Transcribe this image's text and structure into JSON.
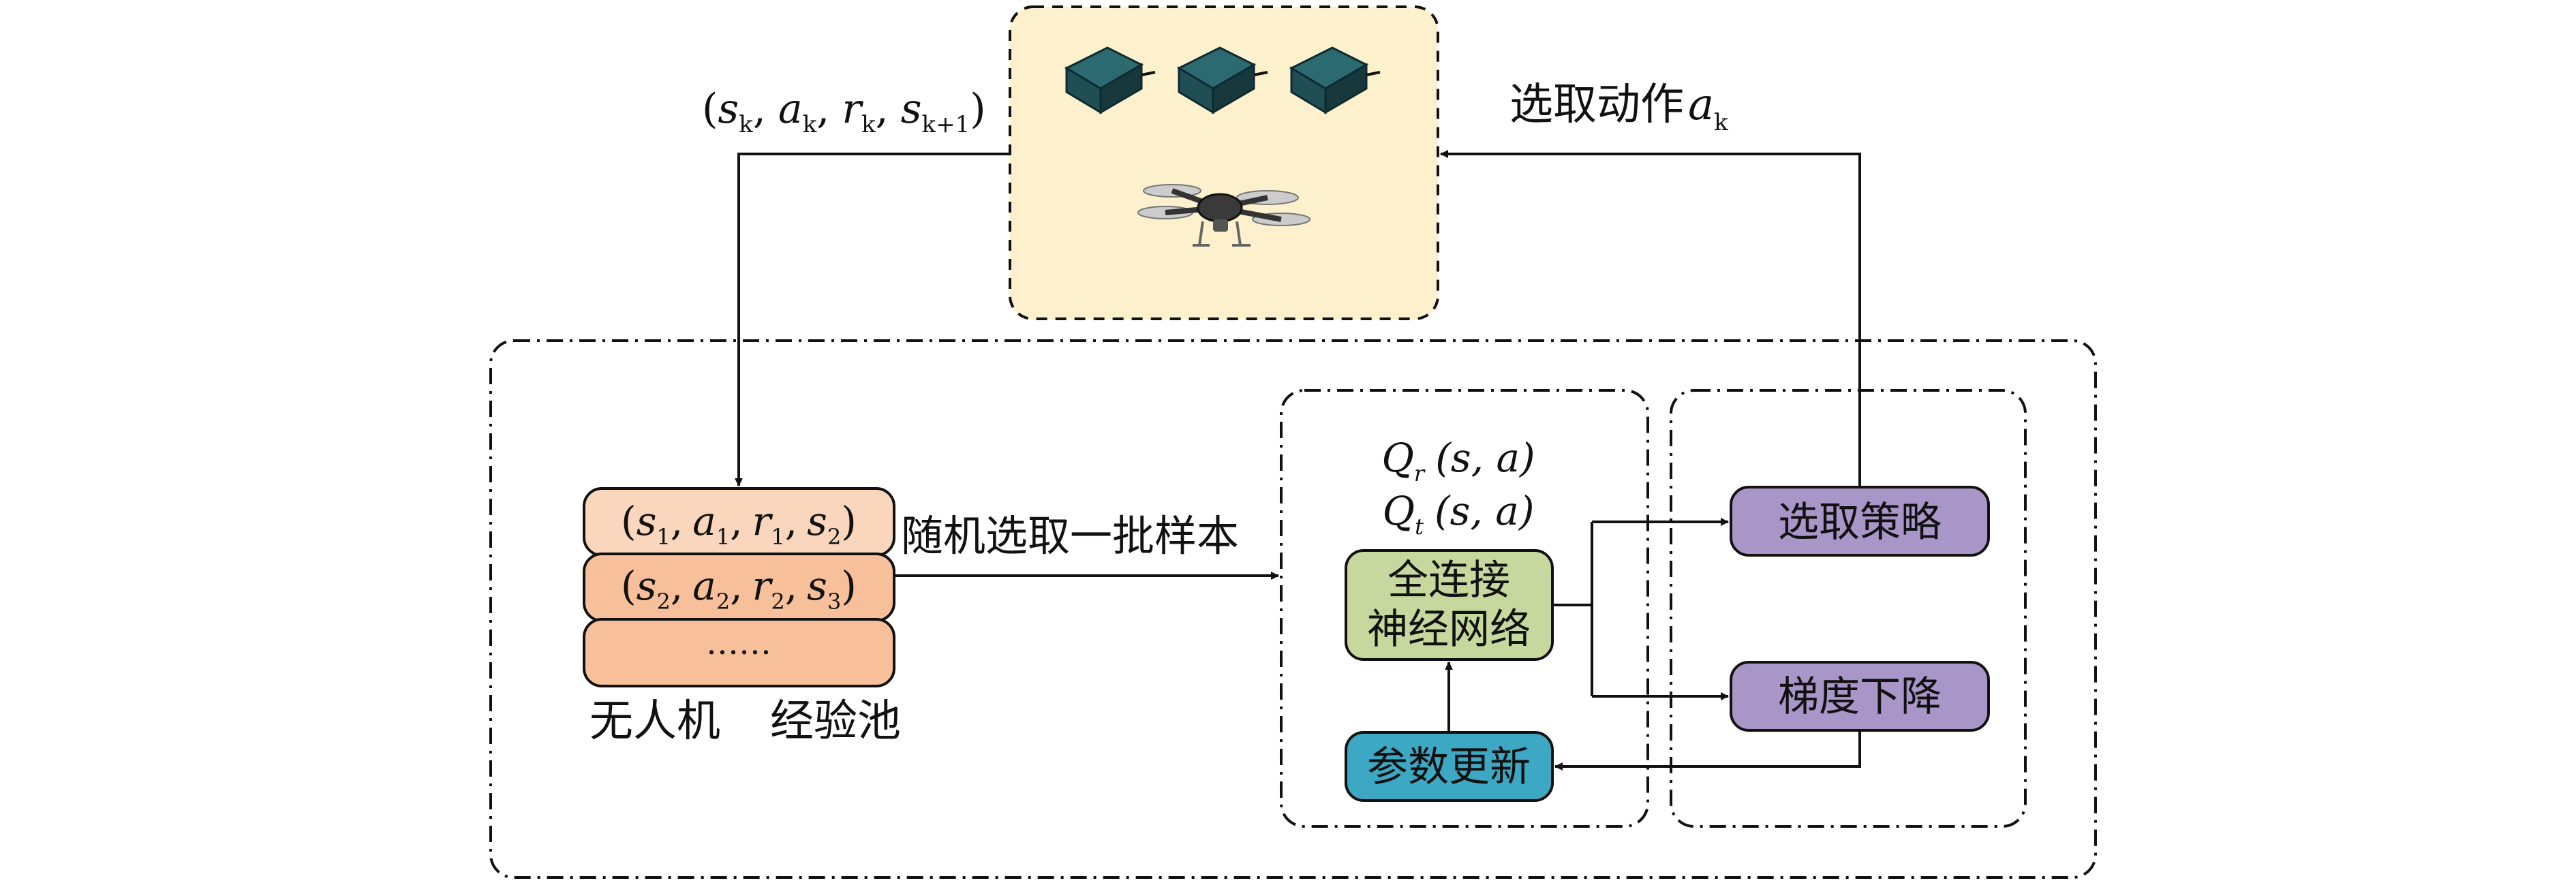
{
  "environment": {
    "transition_label": {
      "open": "(",
      "s": "s",
      "s_sub": "k",
      "a": "a",
      "a_sub": "k",
      "r": "r",
      "r_sub": "k",
      "s2": "s",
      "s2_sub": "k+1",
      "close": ")",
      "sep": ","
    },
    "action_label": {
      "text": "选取动作",
      "symbol": "a",
      "sub": "k"
    }
  },
  "replay_buffer": {
    "rows": [
      {
        "s1": "s",
        "s1_sub": "1",
        "a": "a",
        "a_sub": "1",
        "r": "r",
        "r_sub": "1",
        "s2": "s",
        "s2_sub": "2"
      },
      {
        "s1": "s",
        "s1_sub": "2",
        "a": "a",
        "a_sub": "2",
        "r": "r",
        "r_sub": "2",
        "s2": "s",
        "s2_sub": "3"
      }
    ],
    "ellipsis": "……",
    "caption_left": "无人机",
    "caption_right": "经验池"
  },
  "sample_arrow_label": "随机选取一批样本",
  "network": {
    "q_rows": [
      {
        "q": "Q",
        "sub": "r",
        "args": "(s, a)"
      },
      {
        "q": "Q",
        "sub": "t",
        "args": "(s, a)"
      }
    ],
    "box_line1": "全连接",
    "box_line2": "神经网络",
    "update_box": "参数更新"
  },
  "policy": {
    "select_box": "选取策略",
    "gradient_box": "梯度下降"
  },
  "colors": {
    "environment_fill": "#fdf0cc",
    "buffer_row1": "#fad6bc",
    "buffer_row2": "#f7c09a",
    "buffer_row3": "#f7c09a",
    "network_fill": "#c6d89e",
    "update_fill": "#3ca8c4",
    "policy_fill": "#a896c8",
    "uav_body": "#1f4f55"
  }
}
